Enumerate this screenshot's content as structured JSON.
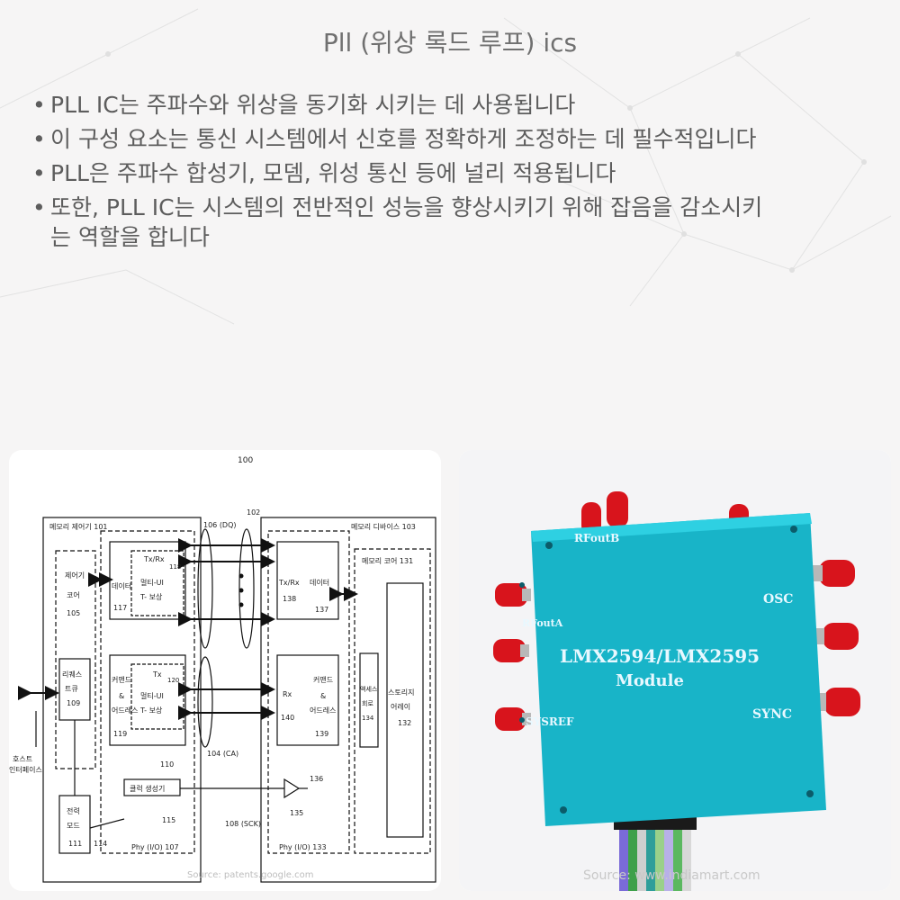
{
  "title": "Pll (위상 록드 루프) ics",
  "bullets": [
    "PLL IC는 주파수와 위상을 동기화 시키는 데 사용됩니다",
    "이 구성 요소는 통신 시스템에서 신호를 정확하게 조정하는 데 필수적입니다",
    "PLL은 주파수 합성기, 모뎀, 위성 통신 등에 널리 적용됩니다",
    "또한, PLL IC는 시스템의 전반적인 성능을 향상시키기 위해 잡음을 감소시키는 역할을 합니다"
  ],
  "bullet_marker": "•",
  "diagram": {
    "ref_100": "100",
    "ref_106": "106 (DQ)",
    "ref_102": "102",
    "host_interface": [
      "호스트",
      "인터페이스"
    ],
    "memory_controller": "메모리 제어기 101",
    "controller_core": [
      "제어기",
      "코어",
      "105"
    ],
    "request_queue": [
      "리퀘스",
      "트큐",
      "109"
    ],
    "power_mode": [
      "전력",
      "모드",
      "111"
    ],
    "data_117": [
      "데이터",
      "117"
    ],
    "txrx_118": "Tx/Rx",
    "ref_118": "118",
    "multi_ui_top": [
      "멀티-UI",
      "T- 보상"
    ],
    "cmd_addr_119": [
      "커맨드",
      "&",
      "어드레스",
      "119"
    ],
    "tx_120": "Tx",
    "ref_120": "120",
    "multi_ui_bottom": [
      "멀티-UI",
      "T- 보상"
    ],
    "clock_gen": "클럭 생성기",
    "ref_110": "110",
    "ref_115": "115",
    "ref_114": "114",
    "phy_107": "Phy (I/O) 107",
    "ref_104": "104 (CA)",
    "ref_108": "108 (SCK)",
    "ref_135": "135",
    "ref_136": "136",
    "memory_device": "메모리 디바이스 103",
    "txrx_138": [
      "Tx/Rx",
      "138"
    ],
    "data_137": [
      "데이터",
      "137"
    ],
    "rx_140": [
      "Rx",
      "140"
    ],
    "cmd_addr_139": [
      "커맨드",
      "&",
      "어드레스",
      "139"
    ],
    "phy_133": "Phy (I/O) 133",
    "memory_core": "메모리 코어 131",
    "access_circuit": [
      "액세스",
      "회로",
      "134"
    ],
    "storage_array": [
      "스토리지",
      "어레이",
      "132"
    ],
    "source": "Source: patents.google.com"
  },
  "module": {
    "label_line1": "LMX2594/LMX2595",
    "label_line2": "Module",
    "port_rfoutb": "RFoutB",
    "port_rfouta": "RFoutA",
    "port_osc": "OSC",
    "port_sysref": "SYSREF",
    "port_sync": "SYNC",
    "source": "Source: www.indiamart.com",
    "body_color": "#18b4c8",
    "connector_color": "#d8141c"
  }
}
